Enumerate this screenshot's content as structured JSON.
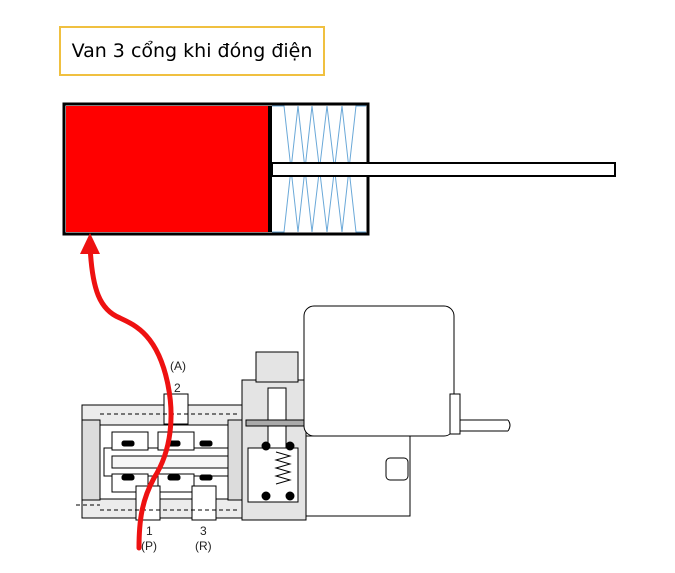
{
  "title": "Van 3 cổng khi đóng điện",
  "ports": {
    "a_label": "(A)",
    "a_number": "2",
    "p_number": "1",
    "p_label": "(P)",
    "r_number": "3",
    "r_label": "(R)"
  },
  "colors": {
    "pressurized_chamber": "#ff0000",
    "air_flow_arrow": "#ee1111",
    "spring": "#6aa8d8",
    "outline": "#000000"
  }
}
